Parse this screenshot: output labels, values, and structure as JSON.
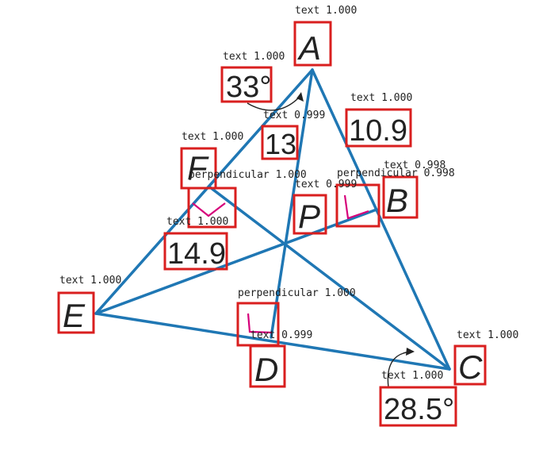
{
  "figure": {
    "line_color": "#1f77b4",
    "box_color": "#d91f1f",
    "right_angle_color": "#d6007a",
    "points": {
      "A": {
        "label": "A"
      },
      "B": {
        "label": "B"
      },
      "C": {
        "label": "C"
      },
      "D": {
        "label": "D"
      },
      "E": {
        "label": "E"
      },
      "F": {
        "label": "F"
      },
      "P": {
        "label": "P"
      }
    },
    "measures": {
      "angle_A": "33°",
      "AF_len": "13",
      "AB_len": "10.9",
      "EF_len": "14.9",
      "angle_C": "28.5°"
    },
    "detections": [
      {
        "id": "det-A",
        "text": "text 1.000"
      },
      {
        "id": "det-33",
        "text": "text 1.000"
      },
      {
        "id": "det-10_9",
        "text": "text 1.000"
      },
      {
        "id": "det-13",
        "text": "text 0.999"
      },
      {
        "id": "det-F",
        "text": "text 1.000"
      },
      {
        "id": "det-perpF",
        "text": "perpendicular 1.000"
      },
      {
        "id": "det-perpB",
        "text": "perpendicular 0.998"
      },
      {
        "id": "det-B",
        "text": "text 0.998"
      },
      {
        "id": "det-P",
        "text": "text 0.999"
      },
      {
        "id": "det-14_9",
        "text": "text 1.000"
      },
      {
        "id": "det-E",
        "text": "text 1.000"
      },
      {
        "id": "det-perpD",
        "text": "perpendicular 1.000"
      },
      {
        "id": "det-D",
        "text": "text 0.999"
      },
      {
        "id": "det-C",
        "text": "text 1.000"
      },
      {
        "id": "det-28_5",
        "text": "text 1.000"
      }
    ]
  }
}
